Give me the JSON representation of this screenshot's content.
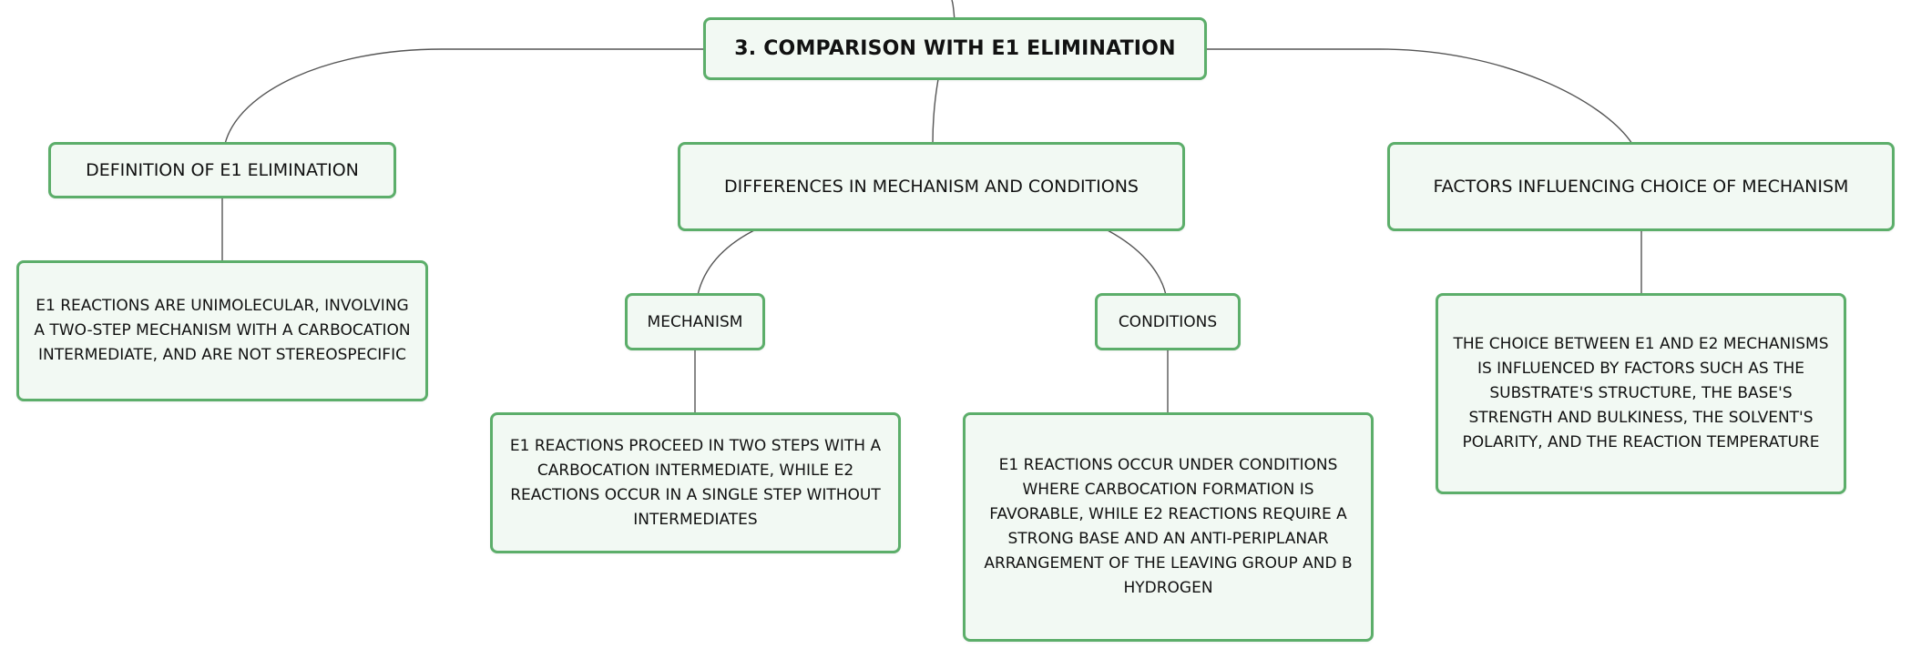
{
  "map": {
    "root": {
      "label": "3. COMPARISON WITH E1 ELIMINATION"
    },
    "definition": {
      "label": "DEFINITION OF E1 ELIMINATION",
      "detail": "E1 REACTIONS ARE UNIMOLECULAR, INVOLVING A TWO-STEP MECHANISM WITH A CARBOCATION INTERMEDIATE, AND ARE NOT STEREOSPECIFIC"
    },
    "differences": {
      "label": "DIFFERENCES IN MECHANISM AND CONDITIONS",
      "mechanism": {
        "label": "MECHANISM",
        "detail": "E1 REACTIONS PROCEED IN TWO STEPS WITH A CARBOCATION INTERMEDIATE, WHILE E2 REACTIONS OCCUR IN A SINGLE STEP WITHOUT INTERMEDIATES"
      },
      "conditions": {
        "label": "CONDITIONS",
        "detail": "E1 REACTIONS OCCUR UNDER CONDITIONS WHERE CARBOCATION FORMATION IS FAVORABLE, WHILE E2 REACTIONS REQUIRE A STRONG BASE AND AN ANTI-PERIPLANAR ARRANGEMENT OF THE LEAVING GROUP AND β HYDROGEN"
      }
    },
    "factors": {
      "label": "FACTORS INFLUENCING CHOICE OF MECHANISM",
      "detail": "THE CHOICE BETWEEN E1 AND E2 MECHANISMS IS INFLUENCED BY FACTORS SUCH AS THE SUBSTRATE'S STRUCTURE, THE BASE'S STRENGTH AND BULKINESS, THE SOLVENT'S POLARITY, AND THE REACTION TEMPERATURE"
    }
  },
  "colors": {
    "node_border": "#5cae6a",
    "node_fill": "#f2f9f3",
    "connector": "#555555"
  }
}
